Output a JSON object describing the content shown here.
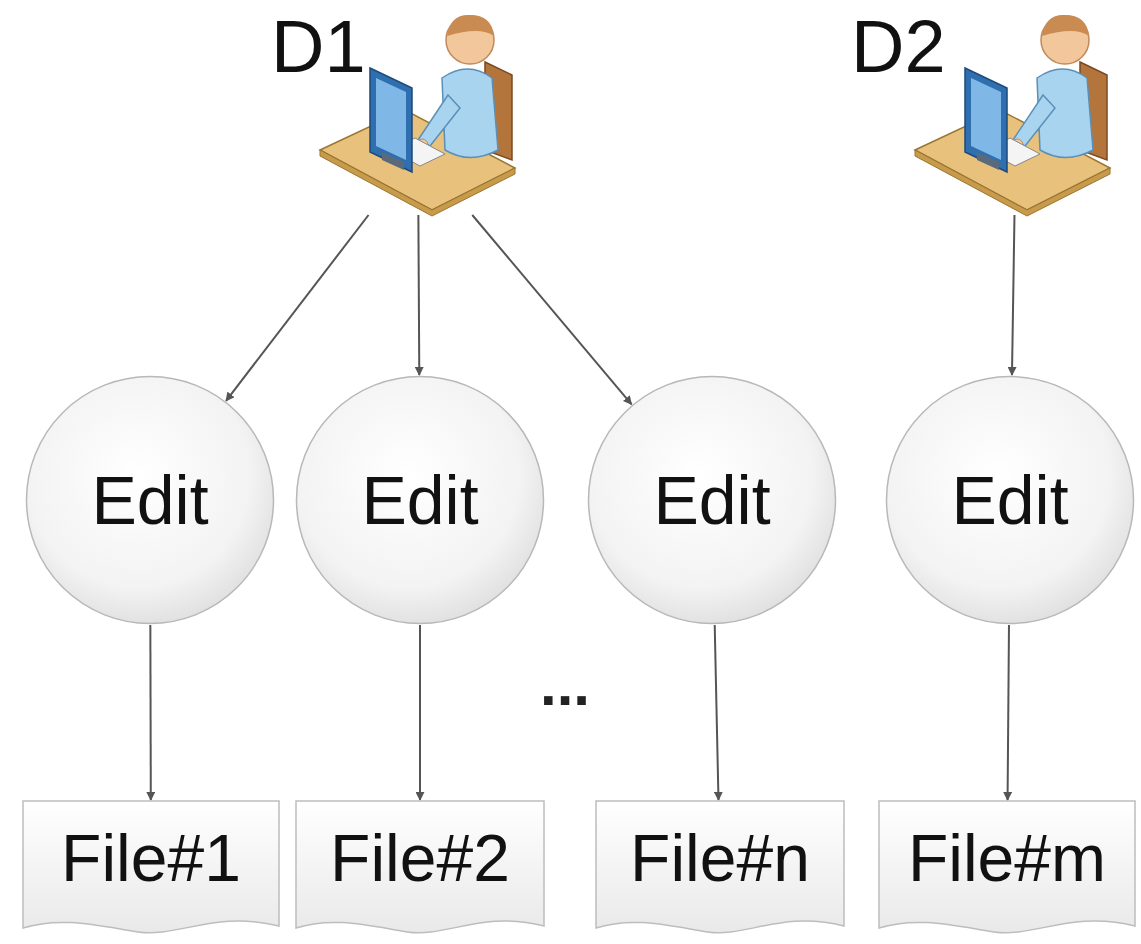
{
  "diagram": {
    "nodes": [
      {
        "text": [
          "D1"
        ]
      },
      {
        "text": [
          "D2"
        ]
      },
      {
        "text": [
          "Edit"
        ]
      },
      {
        "text": [
          "Edit"
        ]
      },
      {
        "text": [
          "Edit"
        ]
      },
      {
        "text": [
          "Edit"
        ]
      },
      {
        "text": [
          "File#1"
        ]
      },
      {
        "text": [
          "File#2"
        ]
      },
      {
        "text": [
          "File#n"
        ]
      },
      {
        "text": [
          "File#m"
        ]
      }
    ],
    "edges": [
      {
        "from": 0,
        "to": 2,
        "arrow": "to"
      },
      {
        "from": 0,
        "to": 3,
        "arrow": "to"
      },
      {
        "from": 0,
        "to": 4,
        "arrow": "to"
      },
      {
        "from": 1,
        "to": 5,
        "arrow": "to"
      },
      {
        "from": 2,
        "to": 6,
        "arrow": "to"
      },
      {
        "from": 3,
        "to": 7,
        "arrow": "to"
      },
      {
        "from": 4,
        "to": 8,
        "arrow": "to"
      },
      {
        "from": 5,
        "to": 9,
        "arrow": "to"
      }
    ],
    "labels": [
      "..."
    ]
  }
}
